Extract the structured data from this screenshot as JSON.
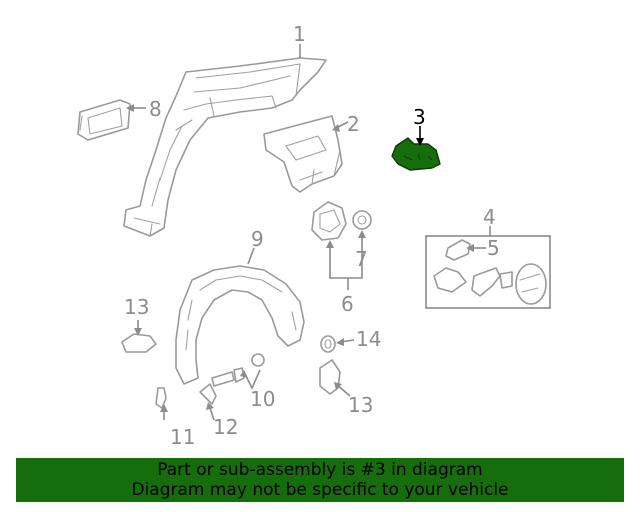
{
  "diagram": {
    "callouts": {
      "c1": "1",
      "c2": "2",
      "c3": "3",
      "c4": "4",
      "c5": "5",
      "c6": "6",
      "c7": "7",
      "c8": "8",
      "c9": "9",
      "c10": "10",
      "c11": "11",
      "c12": "12",
      "c13a": "13",
      "c13b": "13",
      "c14": "14"
    },
    "highlight_color": "#166d0b"
  },
  "banner": {
    "line1": "Part or sub-assembly is #3 in diagram",
    "line2": "Diagram may not be specific to your vehicle",
    "background": "#166d0b"
  }
}
